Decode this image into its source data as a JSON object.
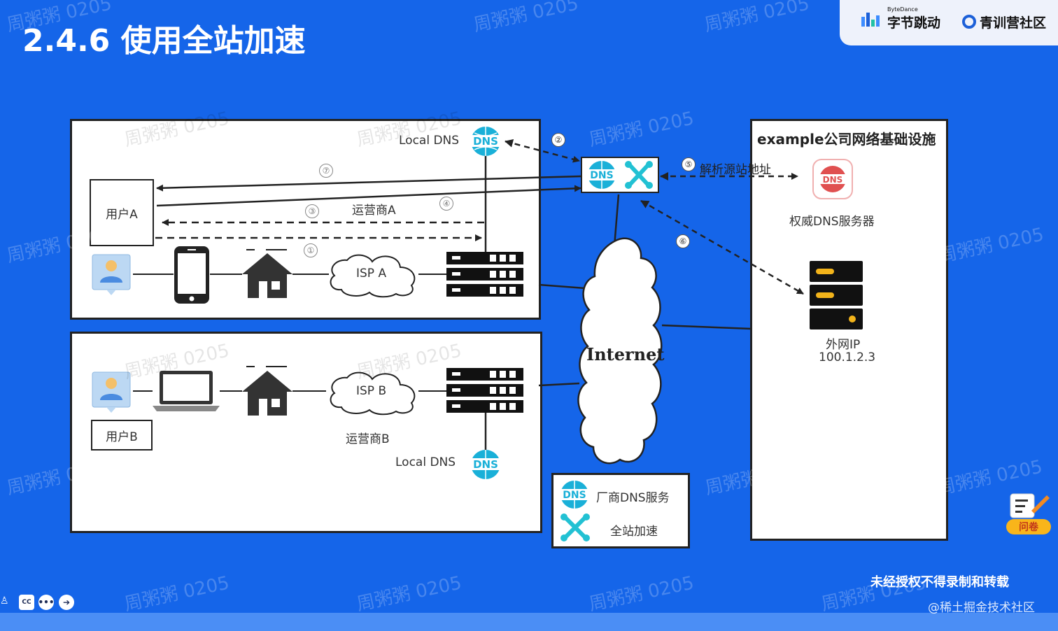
{
  "header": {
    "title": "2.4.6 使用全站加速",
    "brand_small": "ByteDance",
    "brand_bytedance": "字节跳动",
    "brand_youth": "青训营社区"
  },
  "user_a_panel": {
    "user_a": "用户A",
    "local_dns": "Local DNS",
    "carrier": "运营商A",
    "isp": "ISP A",
    "step_1": "①",
    "step_3": "③",
    "step_4": "④",
    "step_7": "⑦"
  },
  "user_b_panel": {
    "user_b": "用户B",
    "carrier": "运营商B",
    "isp": "ISP B",
    "local_dns": "Local DNS"
  },
  "middle": {
    "step_2": "②",
    "step_5": "⑤",
    "step_6": "⑥",
    "resolve_label": "解析源站地址",
    "internet": "Internet"
  },
  "legend": {
    "vendor_dns": "厂商DNS服务",
    "dcdn": "全站加速"
  },
  "example_panel": {
    "title": "example公司网络基础设施",
    "auth_dns": "权威DNS服务器",
    "external_ip_label": "外网IP",
    "external_ip": "100.1.2.3"
  },
  "footer": {
    "notice": "未经授权不得录制和转载",
    "credit": "@稀土掘金技术社区",
    "survey": "问卷",
    "cc": "CC"
  },
  "watermark": "周粥粥 0205",
  "colors": {
    "background": "#1565e9",
    "dns_teal": "#1ab0d8",
    "dcdn_teal": "#22c1d3",
    "auth_dns_red": "#e05050"
  }
}
